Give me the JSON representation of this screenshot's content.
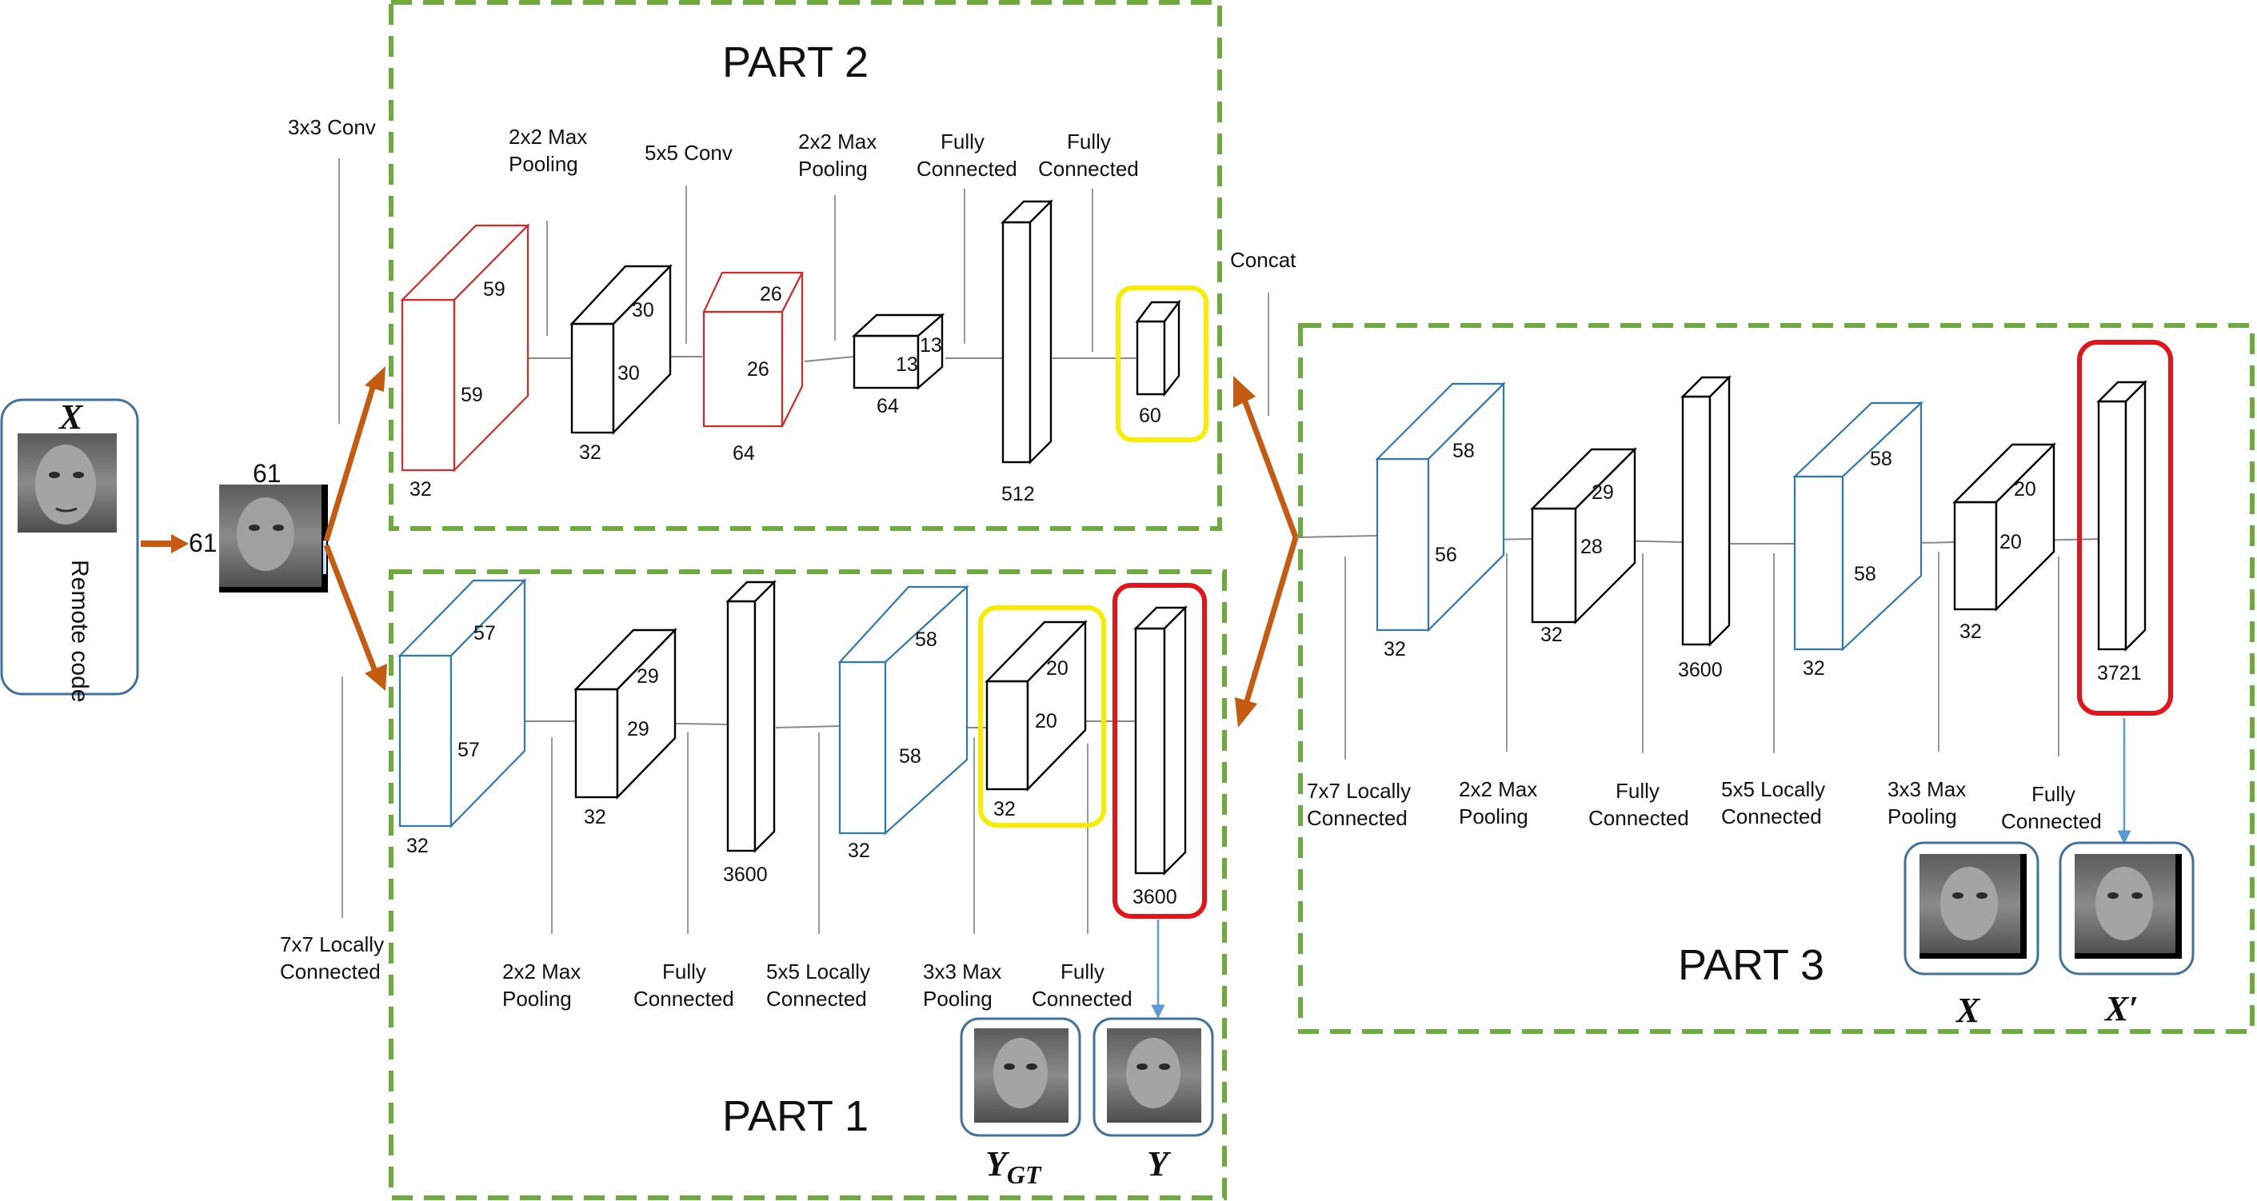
{
  "parts": {
    "part1": "PART 1",
    "part2": "PART 2",
    "part3": "PART 3"
  },
  "input": {
    "symbol": "X",
    "remote_code": "Remote code",
    "size_w": "61",
    "size_h": "61"
  },
  "part2": {
    "labels": {
      "conv3": "3x3 Conv",
      "pool1_a": "2x2  Max",
      "pool1_b": "Pooling",
      "conv5": "5x5 Conv",
      "pool2_a": "2x2  Max",
      "pool2_b": "Pooling",
      "fc1_a": "Fully",
      "fc1_b": "Connected",
      "fc2_a": "Fully",
      "fc2_b": "Connected",
      "concat": "Concat"
    },
    "dims": {
      "b1_d": "32",
      "b1_w": "59",
      "b1_h": "59",
      "b2_d": "32",
      "b2_w": "30",
      "b2_h": "30",
      "b3_d": "64",
      "b3_w": "26",
      "b3_h": "26",
      "b4_d": "64",
      "b4_w": "13",
      "b4_h": "13",
      "b5": "512",
      "b6": "60"
    }
  },
  "part1": {
    "labels": {
      "lc7_a": "7x7 Locally",
      "lc7_b": "Connected",
      "pool1_a": "2x2  Max",
      "pool1_b": "Pooling",
      "fc1_a": "Fully",
      "fc1_b": "Connected",
      "lc5_a": "5x5 Locally",
      "lc5_b": "Connected",
      "pool2_a": "3x3  Max",
      "pool2_b": "Pooling",
      "fc2_a": "Fully",
      "fc2_b": "Connected"
    },
    "dims": {
      "b1_d": "32",
      "b1_w": "57",
      "b1_h": "57",
      "b2_d": "32",
      "b2_w": "29",
      "b2_h": "29",
      "b3": "3600",
      "b4_d": "32",
      "b4_w": "58",
      "b4_h": "58",
      "b5_d": "32",
      "b5_w": "20",
      "b5_h": "20",
      "b6": "3600"
    },
    "outputs": {
      "ygt": "Y",
      "ygt_sub": "GT",
      "y": "Y"
    }
  },
  "part3": {
    "labels": {
      "lc7_a": "7x7 Locally",
      "lc7_b": "Connected",
      "pool1_a": "2x2  Max",
      "pool1_b": "Pooling",
      "fc1_a": "Fully",
      "fc1_b": "Connected",
      "lc5_a": "5x5 Locally",
      "lc5_b": "Connected",
      "pool2_a": "3x3  Max",
      "pool2_b": "Pooling",
      "fc2_a": "Fully",
      "fc2_b": "Connected"
    },
    "dims": {
      "b1_d": "32",
      "b1_w": "58",
      "b1_h": "56",
      "b2_d": "32",
      "b2_w": "29",
      "b2_h": "28",
      "b3": "3600",
      "b4_d": "32",
      "b4_w": "58",
      "b4_h": "58",
      "b5_d": "32",
      "b5_w": "20",
      "b5_h": "20",
      "b6": "3721"
    },
    "outputs": {
      "x": "X",
      "xprime": "X′"
    }
  },
  "colors": {
    "dashed_border": "#6faa3f",
    "arrow": "#c55a11",
    "red_box": "#e3141a",
    "yellow_box": "#f5ee00",
    "blue_cube": "#2e78b7",
    "red_cube": "#d42a2a",
    "image_frame": "#41719c"
  }
}
